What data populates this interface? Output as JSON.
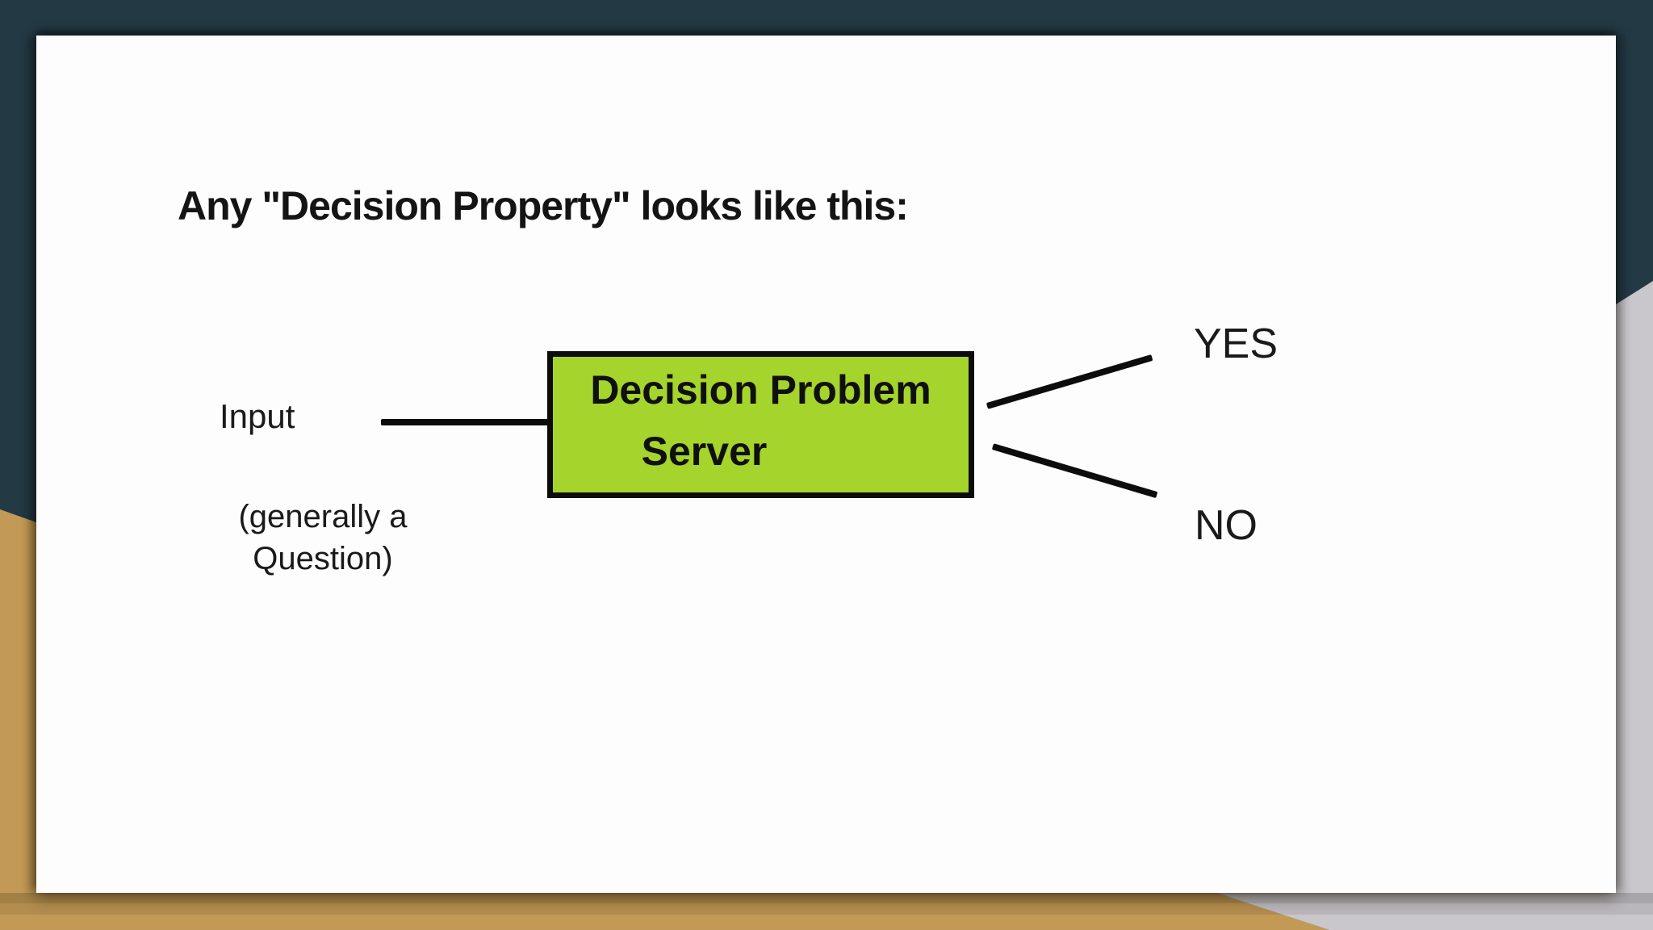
{
  "window": {
    "kind": "fullscreen-presentation-slide"
  },
  "slide": {
    "title": "Any \"Decision Property\" looks like this:",
    "input_label": "Input",
    "input_note": {
      "line1": "(generally a",
      "line2": "Question)"
    },
    "server_box": {
      "line1": "Decision Problem",
      "line2": "Server"
    },
    "outcomes": {
      "yes": "YES",
      "no": "NO"
    }
  },
  "colors": {
    "frame_teal": "#233944",
    "frame_gold": "#c39a55",
    "frame_gray": "#c9c7cc",
    "slide_bg": "#fdfdfe",
    "box_green": "#a5d42c",
    "box_border": "#0c0c0c",
    "line_black": "#0c0c0c"
  }
}
